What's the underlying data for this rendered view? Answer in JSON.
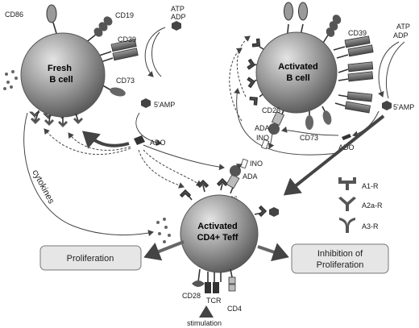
{
  "fresh_cell": {
    "line1": "Fresh",
    "line2": "B cell"
  },
  "activated_b": {
    "line1": "Activated",
    "line2": "B cell"
  },
  "activated_t": {
    "line1": "Activated",
    "line2": "CD4+ Teff"
  },
  "labels": {
    "cd86": "CD86",
    "cd19": "CD19",
    "cd39_left": "CD39",
    "cd73_left": "CD73",
    "atp_left": "ATP",
    "adp_left": "ADP",
    "amp_left": "5'AMP",
    "ado_center": "ADO",
    "cd39_right": "CD39",
    "atp_right": "ATP",
    "adp_right": "ADP",
    "cd26_b": "CD26",
    "ada_b": "ADA",
    "cd73_right": "CD73",
    "ino_b": "INO",
    "ado_right": "ADO",
    "amp_right": "5'AMP",
    "ino_t": "INO",
    "ada_t": "ADA",
    "cd26_t": "CD26",
    "cytokines": "cytokines",
    "cd28": "CD28",
    "tcr": "TCR",
    "cd4": "CD4",
    "stimulation": "stimulation"
  },
  "boxes": {
    "proliferation": "Proliferation",
    "inhibition_line1": "Inhibition of",
    "inhibition_line2": "Proliferation"
  },
  "legend": [
    {
      "label": "A1-R",
      "icon": "a1-receptor"
    },
    {
      "label": "A2a-R",
      "icon": "a2a-receptor"
    },
    {
      "label": "A3-R",
      "icon": "a3-receptor"
    }
  ]
}
